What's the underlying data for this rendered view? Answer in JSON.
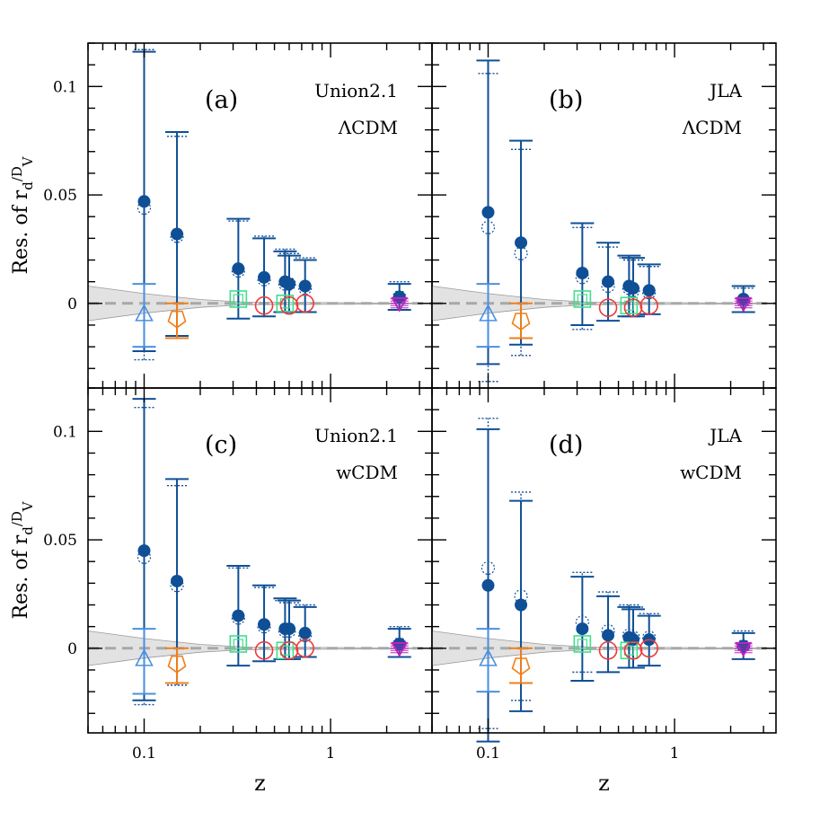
{
  "chart_data": [
    {
      "type": "scatter",
      "panel_label": "(a)",
      "dataset": "Union2.1",
      "model": "ΛCDM",
      "xscale": "log",
      "xlim": [
        0.05,
        3.5
      ],
      "ylim": [
        -0.039,
        0.12
      ],
      "xticks": [
        "0.1",
        "1"
      ],
      "yticks": [
        "0",
        "0.05",
        "0.1"
      ],
      "xlabel": "",
      "ylabel": "Res. of rd/DV",
      "reference_line": 0,
      "band_halfwidth": [
        [
          0.05,
          0.008
        ],
        [
          0.1,
          0.0045
        ],
        [
          0.2,
          0.0018
        ],
        [
          0.35,
          0.0006
        ],
        [
          3.5,
          0.0001
        ]
      ],
      "points": [
        {
          "marker": "filled-circle",
          "color": "#0f4f96",
          "x": 0.1,
          "y": 0.047,
          "lo": -0.022,
          "hi": 0.116,
          "dlo": -0.026,
          "dhi": 0.117,
          "dy": 0.044
        },
        {
          "marker": "filled-circle",
          "color": "#0f4f96",
          "x": 0.15,
          "y": 0.032,
          "lo": -0.015,
          "hi": 0.079,
          "dlo": -0.016,
          "dhi": 0.077,
          "dy": 0.031
        },
        {
          "marker": "filled-circle",
          "color": "#0f4f96",
          "x": 0.32,
          "y": 0.016,
          "lo": -0.007,
          "hi": 0.039,
          "dhi": 0.038,
          "dy": 0.015
        },
        {
          "marker": "filled-circle",
          "color": "#0f4f96",
          "x": 0.44,
          "y": 0.012,
          "lo": -0.006,
          "hi": 0.03,
          "dhi": 0.031,
          "dy": 0.011
        },
        {
          "marker": "filled-circle",
          "color": "#0f4f96",
          "x": 0.57,
          "y": 0.01,
          "lo": -0.004,
          "hi": 0.024,
          "dhi": 0.025,
          "dy": 0.009
        },
        {
          "marker": "filled-circle",
          "color": "#0f4f96",
          "x": 0.6,
          "y": 0.009,
          "lo": -0.004,
          "hi": 0.022,
          "dhi": 0.023,
          "dy": 0.009
        },
        {
          "marker": "filled-circle",
          "color": "#0f4f96",
          "x": 0.73,
          "y": 0.008,
          "lo": -0.004,
          "hi": 0.02,
          "dhi": 0.021,
          "dy": 0.007
        },
        {
          "marker": "filled-circle",
          "color": "#0f4f96",
          "x": 2.34,
          "y": 0.003,
          "lo": -0.003,
          "hi": 0.009,
          "dhi": 0.01,
          "dy": 0.003
        },
        {
          "marker": "triangle",
          "color": "#4a90e2",
          "x": 0.1,
          "y": -0.005,
          "lo": -0.02,
          "hi": 0.009
        },
        {
          "marker": "pentagon",
          "color": "#f07f1a",
          "x": 0.15,
          "y": -0.007,
          "lo": -0.016,
          "hi": 0.0
        },
        {
          "marker": "square",
          "color": "#3ee08a",
          "x": 0.32,
          "y": 0.002
        },
        {
          "marker": "square",
          "color": "#3ee08a",
          "x": 0.57,
          "y": 0.0
        },
        {
          "marker": "circle",
          "color": "#f03838",
          "x": 0.44,
          "y": -0.001
        },
        {
          "marker": "circle",
          "color": "#f03838",
          "x": 0.6,
          "y": -0.001
        },
        {
          "marker": "circle",
          "color": "#f03838",
          "x": 0.73,
          "y": -0.0
        },
        {
          "marker": "triangle-down",
          "color": "#c020c0",
          "x": 2.34,
          "y": 0.0
        }
      ]
    },
    {
      "type": "scatter",
      "panel_label": "(b)",
      "dataset": "JLA",
      "model": "ΛCDM",
      "xscale": "log",
      "xlim": [
        0.05,
        3.5
      ],
      "ylim": [
        -0.039,
        0.12
      ],
      "xticks": [
        "0.1",
        "1"
      ],
      "yticks": [
        "0",
        "0.05",
        "0.1"
      ],
      "xlabel": "",
      "ylabel": "",
      "reference_line": 0,
      "band_halfwidth": [
        [
          0.05,
          0.008
        ],
        [
          0.1,
          0.0045
        ],
        [
          0.2,
          0.0018
        ],
        [
          0.35,
          0.0006
        ],
        [
          3.5,
          0.0001
        ]
      ],
      "points": [
        {
          "marker": "filled-circle",
          "color": "#0f4f96",
          "x": 0.1,
          "y": 0.042,
          "lo": -0.028,
          "hi": 0.112,
          "dlo": -0.036,
          "dhi": 0.106,
          "dy": 0.035
        },
        {
          "marker": "filled-circle",
          "color": "#0f4f96",
          "x": 0.15,
          "y": 0.028,
          "lo": -0.019,
          "hi": 0.075,
          "dlo": -0.024,
          "dhi": 0.071,
          "dy": 0.023
        },
        {
          "marker": "filled-circle",
          "color": "#0f4f96",
          "x": 0.32,
          "y": 0.014,
          "lo": -0.01,
          "hi": 0.037,
          "dlo": -0.012,
          "dhi": 0.035,
          "dy": 0.012
        },
        {
          "marker": "filled-circle",
          "color": "#0f4f96",
          "x": 0.44,
          "y": 0.01,
          "lo": -0.008,
          "hi": 0.028,
          "dhi": 0.026,
          "dy": 0.008
        },
        {
          "marker": "filled-circle",
          "color": "#0f4f96",
          "x": 0.57,
          "y": 0.008,
          "lo": -0.006,
          "hi": 0.022,
          "dhi": 0.021,
          "dy": 0.007
        },
        {
          "marker": "filled-circle",
          "color": "#0f4f96",
          "x": 0.6,
          "y": 0.007,
          "lo": -0.006,
          "hi": 0.021,
          "dhi": 0.02,
          "dy": 0.006
        },
        {
          "marker": "filled-circle",
          "color": "#0f4f96",
          "x": 0.73,
          "y": 0.006,
          "lo": -0.005,
          "hi": 0.018,
          "dhi": 0.017,
          "dy": 0.005
        },
        {
          "marker": "filled-circle",
          "color": "#0f4f96",
          "x": 2.34,
          "y": 0.002,
          "lo": -0.004,
          "hi": 0.008,
          "dhi": 0.007,
          "dy": 0.001
        },
        {
          "marker": "triangle",
          "color": "#4a90e2",
          "x": 0.1,
          "y": -0.005,
          "lo": -0.02,
          "hi": 0.009
        },
        {
          "marker": "pentagon",
          "color": "#f07f1a",
          "x": 0.15,
          "y": -0.008,
          "lo": -0.016,
          "hi": 0.0
        },
        {
          "marker": "square",
          "color": "#3ee08a",
          "x": 0.32,
          "y": 0.002
        },
        {
          "marker": "square",
          "color": "#3ee08a",
          "x": 0.57,
          "y": -0.001
        },
        {
          "marker": "circle",
          "color": "#f03838",
          "x": 0.44,
          "y": -0.002
        },
        {
          "marker": "circle",
          "color": "#f03838",
          "x": 0.6,
          "y": -0.002
        },
        {
          "marker": "circle",
          "color": "#f03838",
          "x": 0.73,
          "y": -0.001
        },
        {
          "marker": "triangle-down",
          "color": "#c020c0",
          "x": 2.34,
          "y": 0.0
        }
      ]
    },
    {
      "type": "scatter",
      "panel_label": "(c)",
      "dataset": "Union2.1",
      "model": "wCDM",
      "xscale": "log",
      "xlim": [
        0.05,
        3.5
      ],
      "ylim": [
        -0.039,
        0.12
      ],
      "xticks": [
        "0.1",
        "1"
      ],
      "yticks": [
        "0",
        "0.05",
        "0.1"
      ],
      "xlabel": "z",
      "ylabel": "Res. of rd/DV",
      "reference_line": 0,
      "band_halfwidth": [
        [
          0.05,
          0.008
        ],
        [
          0.1,
          0.0045
        ],
        [
          0.2,
          0.0018
        ],
        [
          0.35,
          0.0006
        ],
        [
          3.5,
          0.0001
        ]
      ],
      "points": [
        {
          "marker": "filled-circle",
          "color": "#0f4f96",
          "x": 0.1,
          "y": 0.045,
          "lo": -0.024,
          "hi": 0.115,
          "dlo": -0.026,
          "dhi": 0.111,
          "dy": 0.042
        },
        {
          "marker": "filled-circle",
          "color": "#0f4f96",
          "x": 0.15,
          "y": 0.031,
          "lo": -0.016,
          "hi": 0.078,
          "dlo": -0.017,
          "dhi": 0.075,
          "dy": 0.029
        },
        {
          "marker": "filled-circle",
          "color": "#0f4f96",
          "x": 0.32,
          "y": 0.015,
          "lo": -0.008,
          "hi": 0.038,
          "dhi": 0.037,
          "dy": 0.014
        },
        {
          "marker": "filled-circle",
          "color": "#0f4f96",
          "x": 0.44,
          "y": 0.011,
          "lo": -0.006,
          "hi": 0.029,
          "dhi": 0.028,
          "dy": 0.01
        },
        {
          "marker": "filled-circle",
          "color": "#0f4f96",
          "x": 0.57,
          "y": 0.009,
          "lo": -0.005,
          "hi": 0.023,
          "dhi": 0.022,
          "dy": 0.008
        },
        {
          "marker": "filled-circle",
          "color": "#0f4f96",
          "x": 0.6,
          "y": 0.009,
          "lo": -0.005,
          "hi": 0.022,
          "dhi": 0.021,
          "dy": 0.008
        },
        {
          "marker": "filled-circle",
          "color": "#0f4f96",
          "x": 0.73,
          "y": 0.007,
          "lo": -0.004,
          "hi": 0.019,
          "dhi": 0.02,
          "dy": 0.006
        },
        {
          "marker": "filled-circle",
          "color": "#0f4f96",
          "x": 2.34,
          "y": 0.002,
          "lo": -0.004,
          "hi": 0.009,
          "dhi": 0.01,
          "dy": 0.002
        },
        {
          "marker": "triangle",
          "color": "#4a90e2",
          "x": 0.1,
          "y": -0.005,
          "lo": -0.021,
          "hi": 0.009
        },
        {
          "marker": "pentagon",
          "color": "#f07f1a",
          "x": 0.15,
          "y": -0.007,
          "lo": -0.016,
          "hi": 0.0
        },
        {
          "marker": "square",
          "color": "#3ee08a",
          "x": 0.32,
          "y": 0.002
        },
        {
          "marker": "square",
          "color": "#3ee08a",
          "x": 0.57,
          "y": -0.001
        },
        {
          "marker": "circle",
          "color": "#f03838",
          "x": 0.44,
          "y": -0.001
        },
        {
          "marker": "circle",
          "color": "#f03838",
          "x": 0.6,
          "y": -0.001
        },
        {
          "marker": "circle",
          "color": "#f03838",
          "x": 0.73,
          "y": 0.0
        },
        {
          "marker": "triangle-down",
          "color": "#c020c0",
          "x": 2.34,
          "y": 0.0
        }
      ]
    },
    {
      "type": "scatter",
      "panel_label": "(d)",
      "dataset": "JLA",
      "model": "wCDM",
      "xscale": "log",
      "xlim": [
        0.05,
        3.5
      ],
      "ylim": [
        -0.039,
        0.12
      ],
      "xticks": [
        "0.1",
        "1"
      ],
      "yticks": [
        "0",
        "0.05",
        "0.1"
      ],
      "xlabel": "z",
      "ylabel": "",
      "reference_line": 0,
      "band_halfwidth": [
        [
          0.05,
          0.008
        ],
        [
          0.1,
          0.0045
        ],
        [
          0.2,
          0.0018
        ],
        [
          0.35,
          0.0006
        ],
        [
          3.5,
          0.0001
        ]
      ],
      "points": [
        {
          "marker": "filled-circle",
          "color": "#0f4f96",
          "x": 0.1,
          "y": 0.029,
          "lo": -0.043,
          "hi": 0.101,
          "dlo": -0.037,
          "dhi": 0.106,
          "dy": 0.037
        },
        {
          "marker": "filled-circle",
          "color": "#0f4f96",
          "x": 0.15,
          "y": 0.02,
          "lo": -0.029,
          "hi": 0.068,
          "dlo": -0.024,
          "dhi": 0.072,
          "dy": 0.024
        },
        {
          "marker": "filled-circle",
          "color": "#0f4f96",
          "x": 0.32,
          "y": 0.009,
          "lo": -0.015,
          "hi": 0.033,
          "dlo": -0.011,
          "dhi": 0.035,
          "dy": 0.012
        },
        {
          "marker": "filled-circle",
          "color": "#0f4f96",
          "x": 0.44,
          "y": 0.006,
          "lo": -0.011,
          "hi": 0.024,
          "dhi": 0.026,
          "dy": 0.008
        },
        {
          "marker": "filled-circle",
          "color": "#0f4f96",
          "x": 0.57,
          "y": 0.005,
          "lo": -0.009,
          "hi": 0.019,
          "dhi": 0.02,
          "dy": 0.006
        },
        {
          "marker": "filled-circle",
          "color": "#0f4f96",
          "x": 0.6,
          "y": 0.004,
          "lo": -0.009,
          "hi": 0.018,
          "dhi": 0.019,
          "dy": 0.005
        },
        {
          "marker": "filled-circle",
          "color": "#0f4f96",
          "x": 0.73,
          "y": 0.004,
          "lo": -0.008,
          "hi": 0.015,
          "dhi": 0.016,
          "dy": 0.005
        },
        {
          "marker": "filled-circle",
          "color": "#0f4f96",
          "x": 2.34,
          "y": 0.001,
          "lo": -0.005,
          "hi": 0.007,
          "dhi": 0.008,
          "dy": 0.001
        },
        {
          "marker": "triangle",
          "color": "#4a90e2",
          "x": 0.1,
          "y": -0.005,
          "lo": -0.02,
          "hi": 0.009
        },
        {
          "marker": "pentagon",
          "color": "#f07f1a",
          "x": 0.15,
          "y": -0.008,
          "lo": -0.016,
          "hi": 0.0
        },
        {
          "marker": "square",
          "color": "#3ee08a",
          "x": 0.32,
          "y": 0.002
        },
        {
          "marker": "square",
          "color": "#3ee08a",
          "x": 0.57,
          "y": -0.001
        },
        {
          "marker": "circle",
          "color": "#f03838",
          "x": 0.44,
          "y": -0.001
        },
        {
          "marker": "circle",
          "color": "#f03838",
          "x": 0.6,
          "y": -0.001
        },
        {
          "marker": "circle",
          "color": "#f03838",
          "x": 0.73,
          "y": 0.0
        },
        {
          "marker": "triangle-down",
          "color": "#c020c0",
          "x": 2.34,
          "y": 0.0
        }
      ]
    }
  ]
}
